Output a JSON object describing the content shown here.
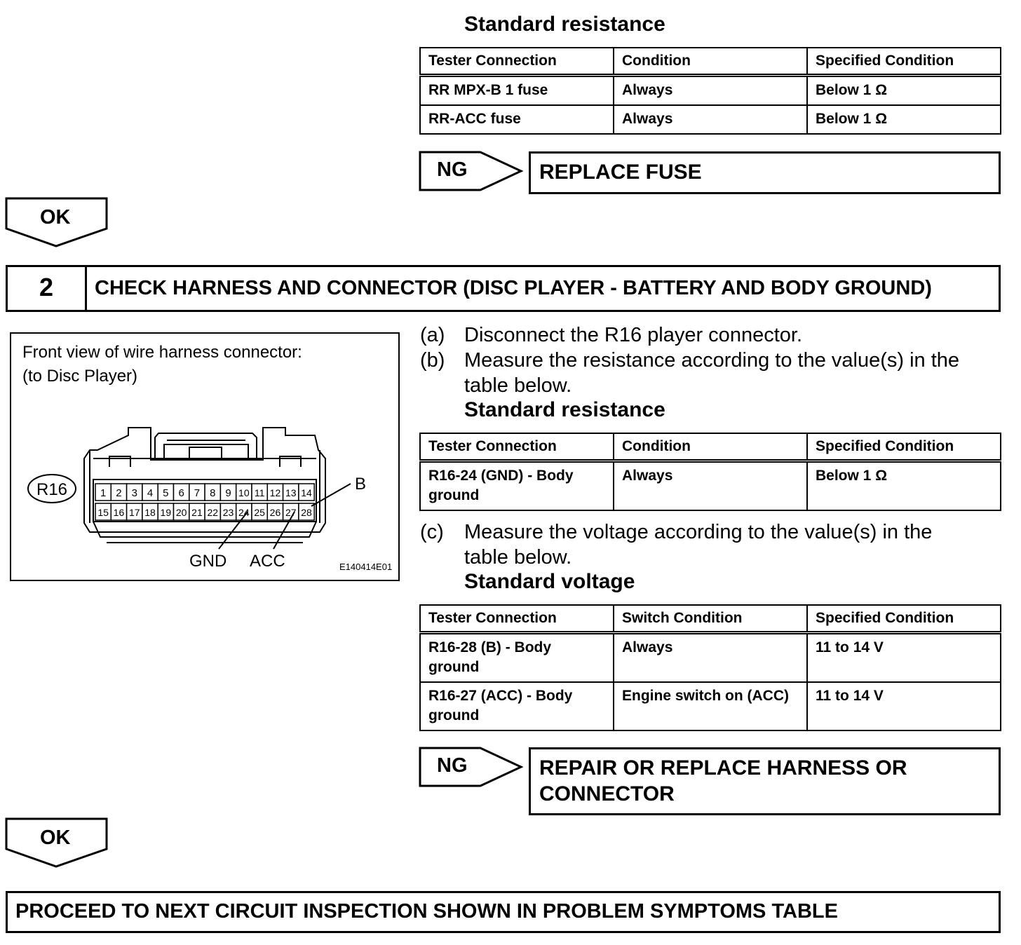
{
  "section1": {
    "heading": "Standard resistance",
    "table": {
      "headers": [
        "Tester Connection",
        "Condition",
        "Specified Condition"
      ],
      "rows": [
        [
          "RR MPX-B 1 fuse",
          "Always",
          "Below 1 Ω"
        ],
        [
          "RR-ACC fuse",
          "Always",
          "Below 1 Ω"
        ]
      ]
    },
    "ng_label": "NG",
    "ng_action": "REPLACE FUSE",
    "ok_label": "OK"
  },
  "step2": {
    "number": "2",
    "title": "CHECK HARNESS AND CONNECTOR (DISC PLAYER - BATTERY AND BODY GROUND)",
    "figure": {
      "caption_line1": "Front view of wire harness connector:",
      "caption_line2": "(to Disc Player)",
      "connector_id": "R16",
      "pins_top": [
        "1",
        "2",
        "3",
        "4",
        "5",
        "6",
        "7",
        "8",
        "9",
        "10",
        "11",
        "12",
        "13",
        "14"
      ],
      "pins_bottom": [
        "15",
        "16",
        "17",
        "18",
        "19",
        "20",
        "21",
        "22",
        "23",
        "24",
        "25",
        "26",
        "27",
        "28"
      ],
      "callout_b": "B",
      "callout_gnd": "GND",
      "callout_acc": "ACC",
      "figure_code": "E140414E01"
    },
    "instructions": {
      "a_label": "(a)",
      "a_text": "Disconnect the R16 player connector.",
      "b_label": "(b)",
      "b_text": "Measure the resistance according to the value(s) in the table below.",
      "b_heading": "Standard resistance",
      "c_label": "(c)",
      "c_text": "Measure the voltage according to the value(s) in the table below.",
      "c_heading": "Standard voltage"
    },
    "resistance_table": {
      "headers": [
        "Tester Connection",
        "Condition",
        "Specified Condition"
      ],
      "rows": [
        [
          "R16-24 (GND) - Body ground",
          "Always",
          "Below 1 Ω"
        ]
      ]
    },
    "voltage_table": {
      "headers": [
        "Tester Connection",
        "Switch Condition",
        "Specified Condition"
      ],
      "rows": [
        [
          "R16-28 (B) - Body ground",
          "Always",
          "11 to 14 V"
        ],
        [
          "R16-27 (ACC) - Body ground",
          "Engine switch on (ACC)",
          "11 to 14 V"
        ]
      ]
    },
    "ng_label": "NG",
    "ng_action": "REPAIR OR REPLACE HARNESS OR CONNECTOR",
    "ok_label": "OK"
  },
  "final_action": "PROCEED TO NEXT CIRCUIT INSPECTION SHOWN IN PROBLEM SYMPTOMS TABLE"
}
